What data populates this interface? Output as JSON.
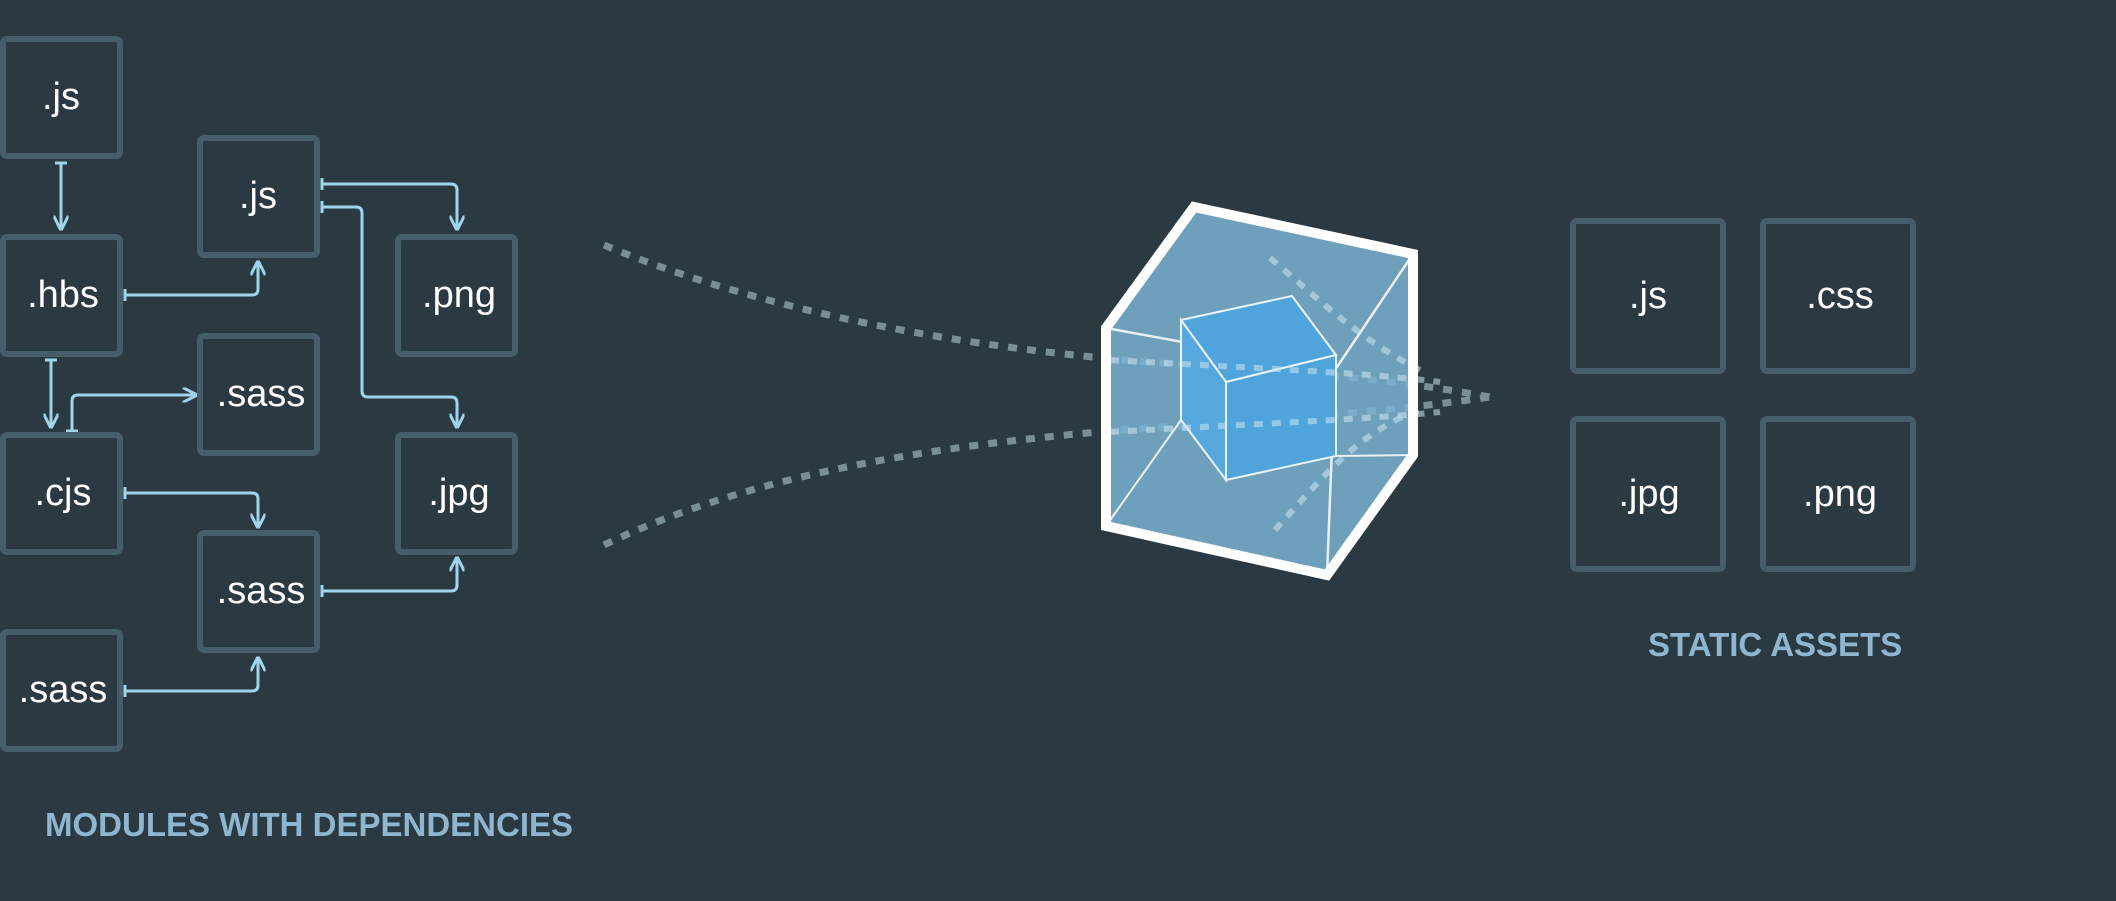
{
  "modules": {
    "caption": "MODULES WITH DEPENDENCIES",
    "boxes": [
      {
        "id": "m1",
        "label": ".js"
      },
      {
        "id": "m2",
        "label": ".js"
      },
      {
        "id": "m3",
        "label": ".hbs"
      },
      {
        "id": "m4",
        "label": ".png"
      },
      {
        "id": "m5",
        "label": ".sass"
      },
      {
        "id": "m6",
        "label": ".cjs"
      },
      {
        "id": "m7",
        "label": ".jpg"
      },
      {
        "id": "m8",
        "label": ".sass"
      },
      {
        "id": "m9",
        "label": ".sass"
      }
    ]
  },
  "static_assets": {
    "caption": "STATIC ASSETS",
    "boxes": [
      {
        "id": "a1",
        "label": ".js"
      },
      {
        "id": "a2",
        "label": ".css"
      },
      {
        "id": "a3",
        "label": ".jpg"
      },
      {
        "id": "a4",
        "label": ".png"
      }
    ]
  },
  "bundler": {
    "icon": "webpack-cube-icon"
  },
  "colors": {
    "background": "#2b3a42",
    "box_border": "#465e69",
    "arrow": "#9fd4ea",
    "caption": "#8fb5cf",
    "cube_outer": "#7ab3d1",
    "cube_inner": "#4fa4dc"
  }
}
